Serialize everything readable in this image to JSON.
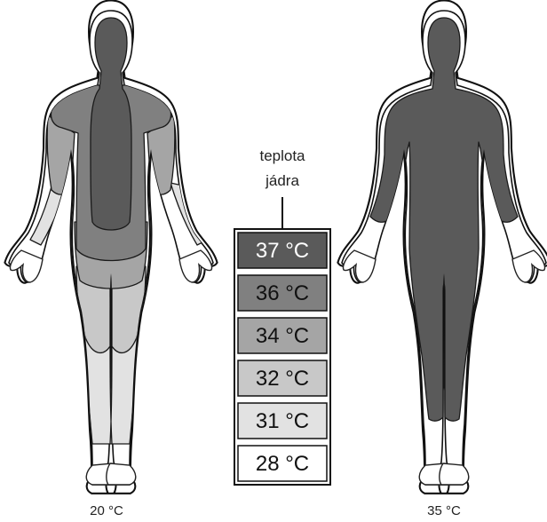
{
  "legend": {
    "header": [
      "teplota",
      "jádra"
    ],
    "items": [
      {
        "label": "37 °C",
        "color": "#5a5a5a",
        "text_color": "#ffffff"
      },
      {
        "label": "36 °C",
        "color": "#808080",
        "text_color": "#111111"
      },
      {
        "label": "34 °C",
        "color": "#a5a5a5",
        "text_color": "#111111"
      },
      {
        "label": "32 °C",
        "color": "#c8c8c8",
        "text_color": "#111111"
      },
      {
        "label": "31 °C",
        "color": "#e2e2e2",
        "text_color": "#111111"
      },
      {
        "label": "28 °C",
        "color": "#ffffff",
        "text_color": "#111111"
      }
    ]
  },
  "figures": [
    {
      "caption": "20 °C"
    },
    {
      "caption": "35 °C"
    }
  ]
}
